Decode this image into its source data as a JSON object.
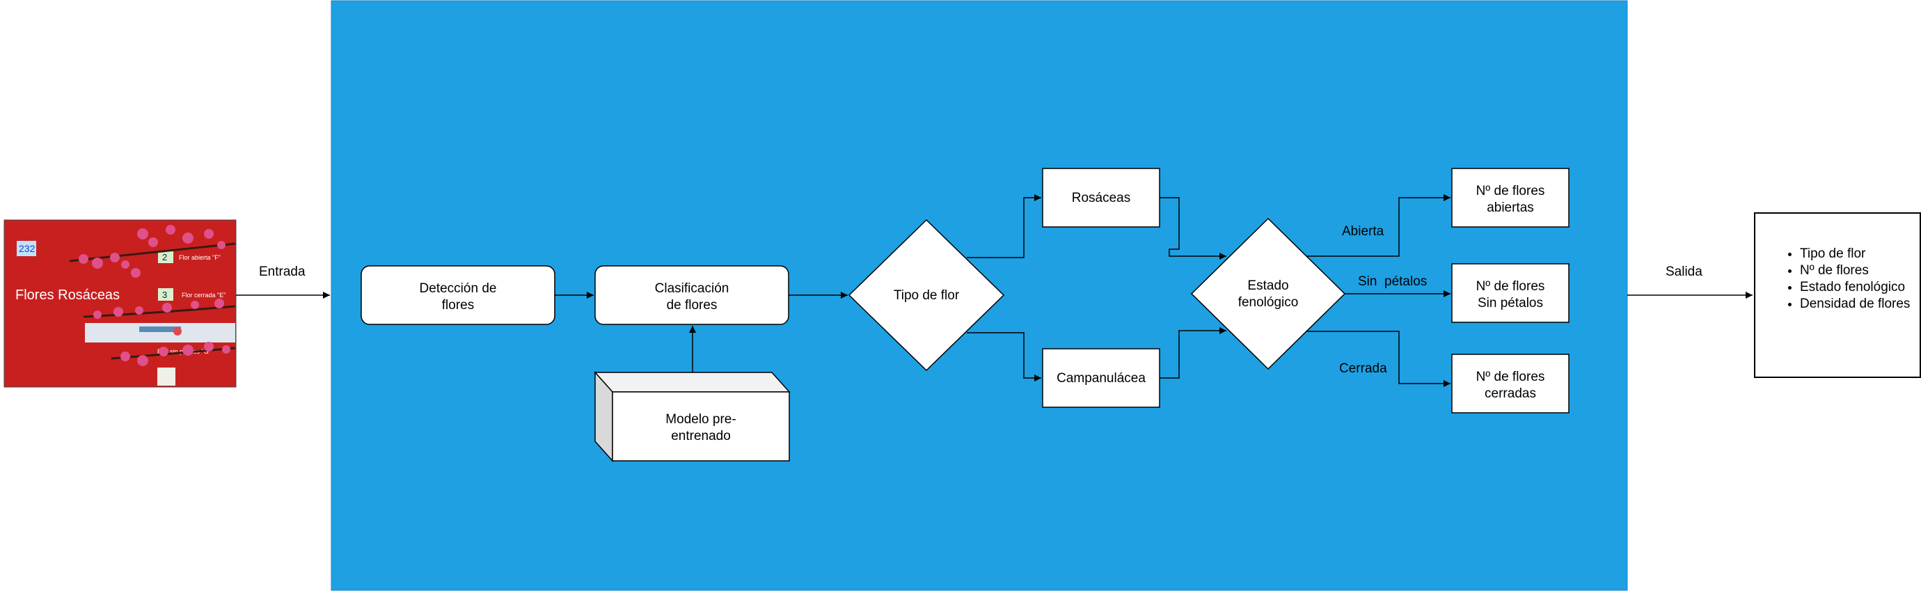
{
  "labels": {
    "entrada": "Entrada",
    "salida": "Salida",
    "abierta": "Abierta",
    "sin_petalos": "Sin  pétalos",
    "cerrada": "Cerrada"
  },
  "nodes": {
    "deteccion": [
      "Detección de",
      "flores"
    ],
    "clasificacion": [
      "Clasificación",
      "de flores"
    ],
    "modelo": [
      "Modelo pre-",
      "entrenado"
    ],
    "tipo_flor": [
      "Tipo de flor"
    ],
    "rosaceas": [
      "Rosáceas"
    ],
    "campanulacea": [
      "Campanulácea"
    ],
    "estado": [
      "Estado",
      "fenológico"
    ],
    "n_abiertas": [
      "Nº de flores",
      "abiertas"
    ],
    "n_sin_petalos": [
      "Nº de flores",
      "Sin pétalos"
    ],
    "n_cerradas": [
      "Nº de flores",
      "cerradas"
    ]
  },
  "photo": {
    "title": "Flores Rosáceas",
    "tag": "232",
    "label_open": "Flor abierta \"F\"",
    "label_closed": "Flor cerrada \"E\"",
    "label_no_petals": "Flor sin pétalos \"G\"",
    "marker_2": "2",
    "marker_3": "3"
  },
  "output": {
    "items": [
      "Tipo de flor",
      "Nº de flores",
      "Estado fenológico",
      "Densidad de flores"
    ]
  },
  "colors": {
    "panel": "#1ea0e3",
    "photo_bg": "#c8201f",
    "flower": "#e0508a"
  }
}
